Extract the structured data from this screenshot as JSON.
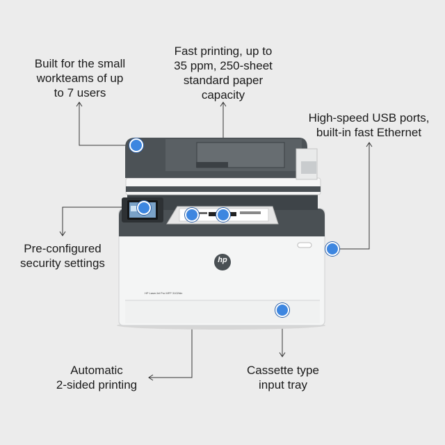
{
  "callouts": {
    "workteams": "Built for the small\nworkteams of up\nto 7 users",
    "fast_printing": "Fast printing, up to\n35 ppm, 250-sheet\nstandard paper\ncapacity",
    "usb": "High-speed USB ports,\nbuilt-in fast Ethernet",
    "security": "Pre-configured\nsecurity settings",
    "duplex": "Automatic\n2-sided printing",
    "cassette": "Cassette type\ninput tray"
  },
  "printer": {
    "logo": "hp",
    "model_label": "HP LaserJet Pro MFP 3102fdn"
  },
  "colors": {
    "background": "#ececec",
    "accent_dot": "#3d86e0",
    "printer_dark": "#4a5054",
    "printer_body": "#f3f4f4"
  }
}
